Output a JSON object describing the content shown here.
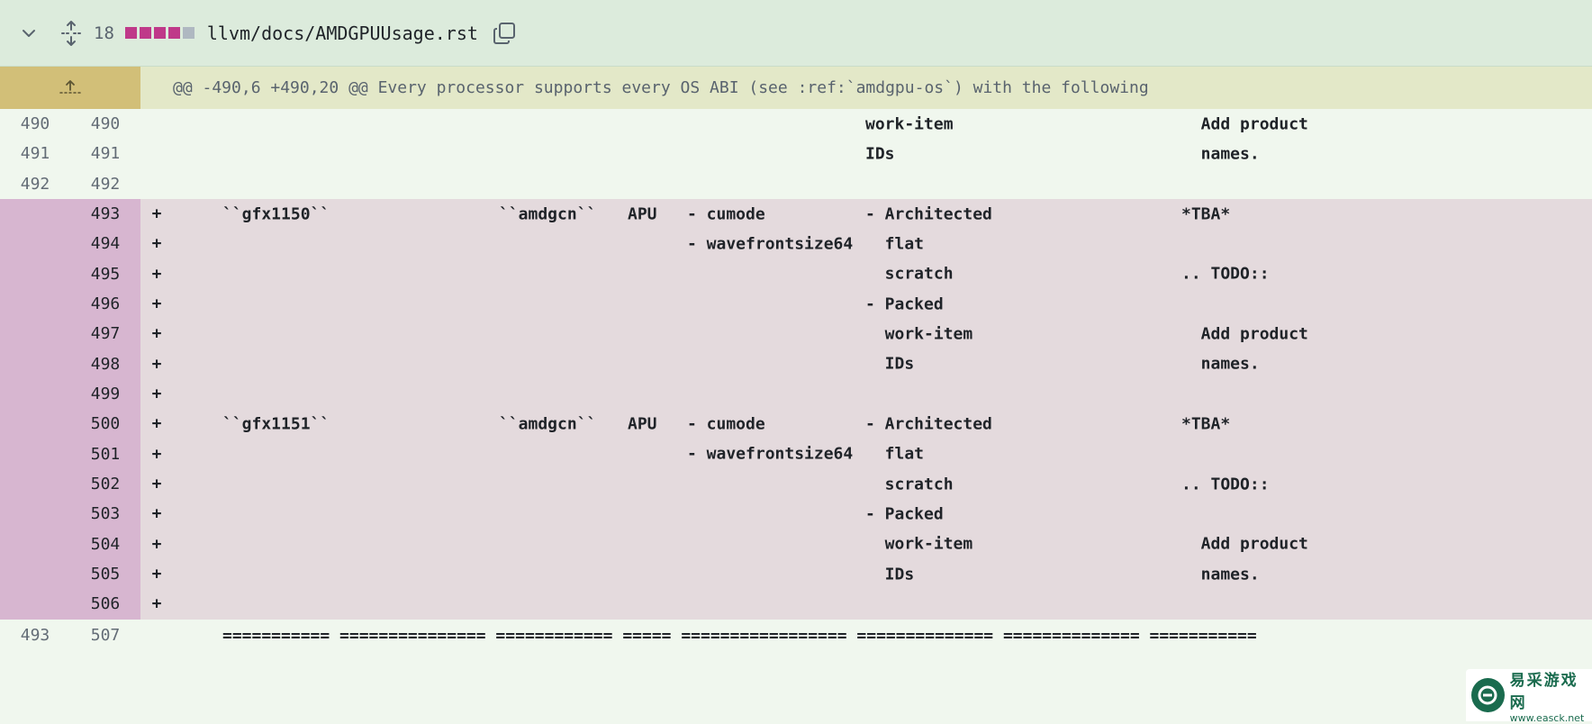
{
  "file_header": {
    "change_count": "18",
    "diffstat_colors": [
      "#bf3989",
      "#bf3989",
      "#bf3989",
      "#bf3989",
      "#afb8c1"
    ],
    "file_path": "llvm/docs/AMDGPUUsage.rst",
    "icons": [
      "chevron-down-icon",
      "expand-vertical-icon",
      "copy-icon"
    ]
  },
  "hunk": {
    "header": "@@ -490,6 +490,20 @@ Every processor supports every OS ABI (see :ref:`amdgpu-os`) with the following",
    "expand_icon": "expand-up-icon"
  },
  "rows": [
    {
      "type": "ctx",
      "old": "490",
      "new": "490",
      "marker": "",
      "c1": "",
      "c2": "",
      "c3": "",
      "c4": "",
      "c5": "work-item",
      "c6": "  Add product"
    },
    {
      "type": "ctx",
      "old": "491",
      "new": "491",
      "marker": "",
      "c1": "",
      "c2": "",
      "c3": "",
      "c4": "",
      "c5": "IDs",
      "c6": "  names."
    },
    {
      "type": "ctx",
      "old": "492",
      "new": "492",
      "marker": "",
      "c1": "",
      "c2": "",
      "c3": "",
      "c4": "",
      "c5": "",
      "c6": ""
    },
    {
      "type": "add",
      "old": "",
      "new": "493",
      "marker": "+",
      "c1": "``gfx1150``",
      "c2": "``amdgcn``",
      "c3": "APU",
      "c4": "- cumode",
      "c5": "- Architected",
      "c6": "*TBA*"
    },
    {
      "type": "add",
      "old": "",
      "new": "494",
      "marker": "+",
      "c1": "",
      "c2": "",
      "c3": "",
      "c4": "- wavefrontsize64",
      "c5": "  flat",
      "c6": ""
    },
    {
      "type": "add",
      "old": "",
      "new": "495",
      "marker": "+",
      "c1": "",
      "c2": "",
      "c3": "",
      "c4": "",
      "c5": "  scratch",
      "c6": ".. TODO::"
    },
    {
      "type": "add",
      "old": "",
      "new": "496",
      "marker": "+",
      "c1": "",
      "c2": "",
      "c3": "",
      "c4": "",
      "c5": "- Packed",
      "c6": ""
    },
    {
      "type": "add",
      "old": "",
      "new": "497",
      "marker": "+",
      "c1": "",
      "c2": "",
      "c3": "",
      "c4": "",
      "c5": "  work-item",
      "c6": "  Add product"
    },
    {
      "type": "add",
      "old": "",
      "new": "498",
      "marker": "+",
      "c1": "",
      "c2": "",
      "c3": "",
      "c4": "",
      "c5": "  IDs",
      "c6": "  names."
    },
    {
      "type": "add",
      "old": "",
      "new": "499",
      "marker": "+",
      "c1": "",
      "c2": "",
      "c3": "",
      "c4": "",
      "c5": "",
      "c6": ""
    },
    {
      "type": "add",
      "old": "",
      "new": "500",
      "marker": "+",
      "c1": "``gfx1151``",
      "c2": "``amdgcn``",
      "c3": "APU",
      "c4": "- cumode",
      "c5": "- Architected",
      "c6": "*TBA*"
    },
    {
      "type": "add",
      "old": "",
      "new": "501",
      "marker": "+",
      "c1": "",
      "c2": "",
      "c3": "",
      "c4": "- wavefrontsize64",
      "c5": "  flat",
      "c6": ""
    },
    {
      "type": "add",
      "old": "",
      "new": "502",
      "marker": "+",
      "c1": "",
      "c2": "",
      "c3": "",
      "c4": "",
      "c5": "  scratch",
      "c6": ".. TODO::"
    },
    {
      "type": "add",
      "old": "",
      "new": "503",
      "marker": "+",
      "c1": "",
      "c2": "",
      "c3": "",
      "c4": "",
      "c5": "- Packed",
      "c6": ""
    },
    {
      "type": "add",
      "old": "",
      "new": "504",
      "marker": "+",
      "c1": "",
      "c2": "",
      "c3": "",
      "c4": "",
      "c5": "  work-item",
      "c6": "  Add product"
    },
    {
      "type": "add",
      "old": "",
      "new": "505",
      "marker": "+",
      "c1": "",
      "c2": "",
      "c3": "",
      "c4": "",
      "c5": "  IDs",
      "c6": "  names."
    },
    {
      "type": "add",
      "old": "",
      "new": "506",
      "marker": "+",
      "c1": "",
      "c2": "",
      "c3": "",
      "c4": "",
      "c5": "",
      "c6": ""
    },
    {
      "type": "last",
      "old": "493",
      "new": "507",
      "marker": "",
      "c1": "=========== =============== ============ ===== ================= ============== ============== ===========",
      "c2": "",
      "c3": "",
      "c4": "",
      "c5": "",
      "c6": ""
    }
  ],
  "watermark": {
    "name": "易采游戏网",
    "url": "www.easck.net"
  }
}
